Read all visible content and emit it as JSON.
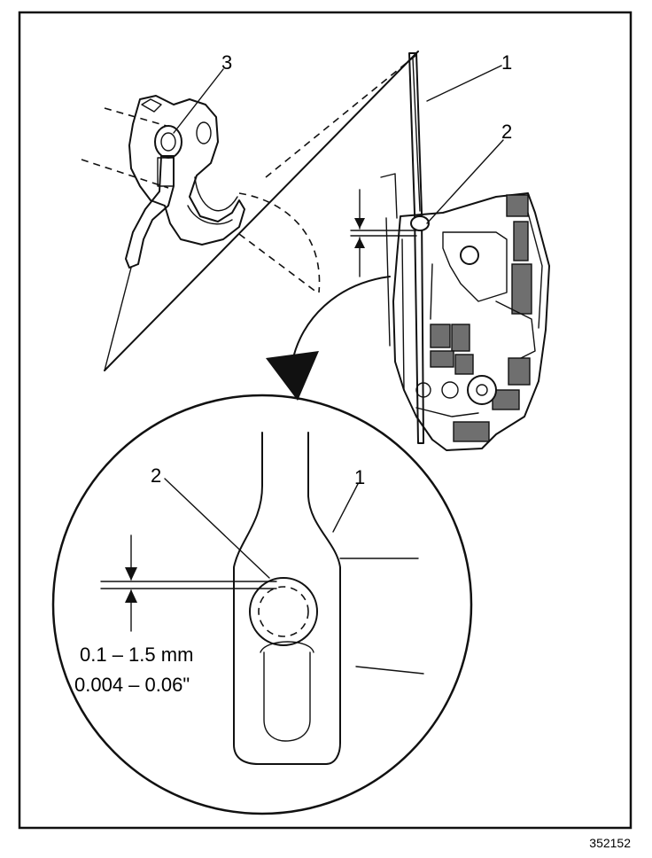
{
  "callouts": {
    "top_latch_rod": "1",
    "top_clip": "2",
    "top_cam": "3",
    "detail_rod": "1",
    "detail_clip": "2"
  },
  "dimension": {
    "metric": "0.1 – 1.5 mm",
    "imperial": "0.004 – 0.06\""
  },
  "figure_number": "352152"
}
